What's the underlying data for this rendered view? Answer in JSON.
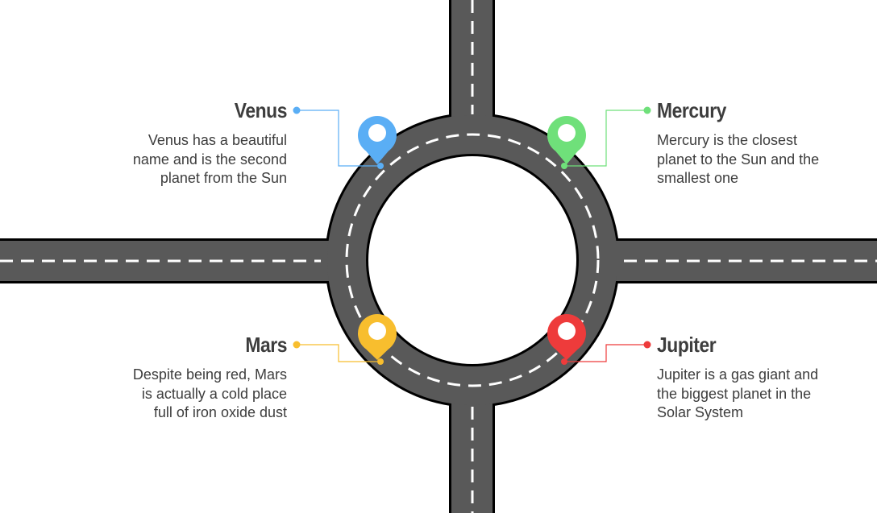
{
  "colors": {
    "road": "#595959",
    "road_outline": "#000000",
    "dash": "#ffffff",
    "text": "#3d3d3d"
  },
  "planets": {
    "venus": {
      "title": "Venus",
      "description": "Venus has a beautiful\nname and is the second\nplanet from the Sun",
      "color": "#5aaef5",
      "icon": "map-pin-icon"
    },
    "mercury": {
      "title": "Mercury",
      "description": "Mercury is the closest\nplanet to the Sun and the\nsmallest one",
      "color": "#6fe07a",
      "icon": "map-pin-icon"
    },
    "mars": {
      "title": "Mars",
      "description": "Despite being red, Mars\nis actually a cold place\nfull of iron oxide dust",
      "color": "#f8be2e",
      "icon": "map-pin-icon"
    },
    "jupiter": {
      "title": "Jupiter",
      "description": "Jupiter is a gas giant and\nthe biggest planet in the\nSolar System",
      "color": "#ee3b3b",
      "icon": "map-pin-icon"
    }
  }
}
